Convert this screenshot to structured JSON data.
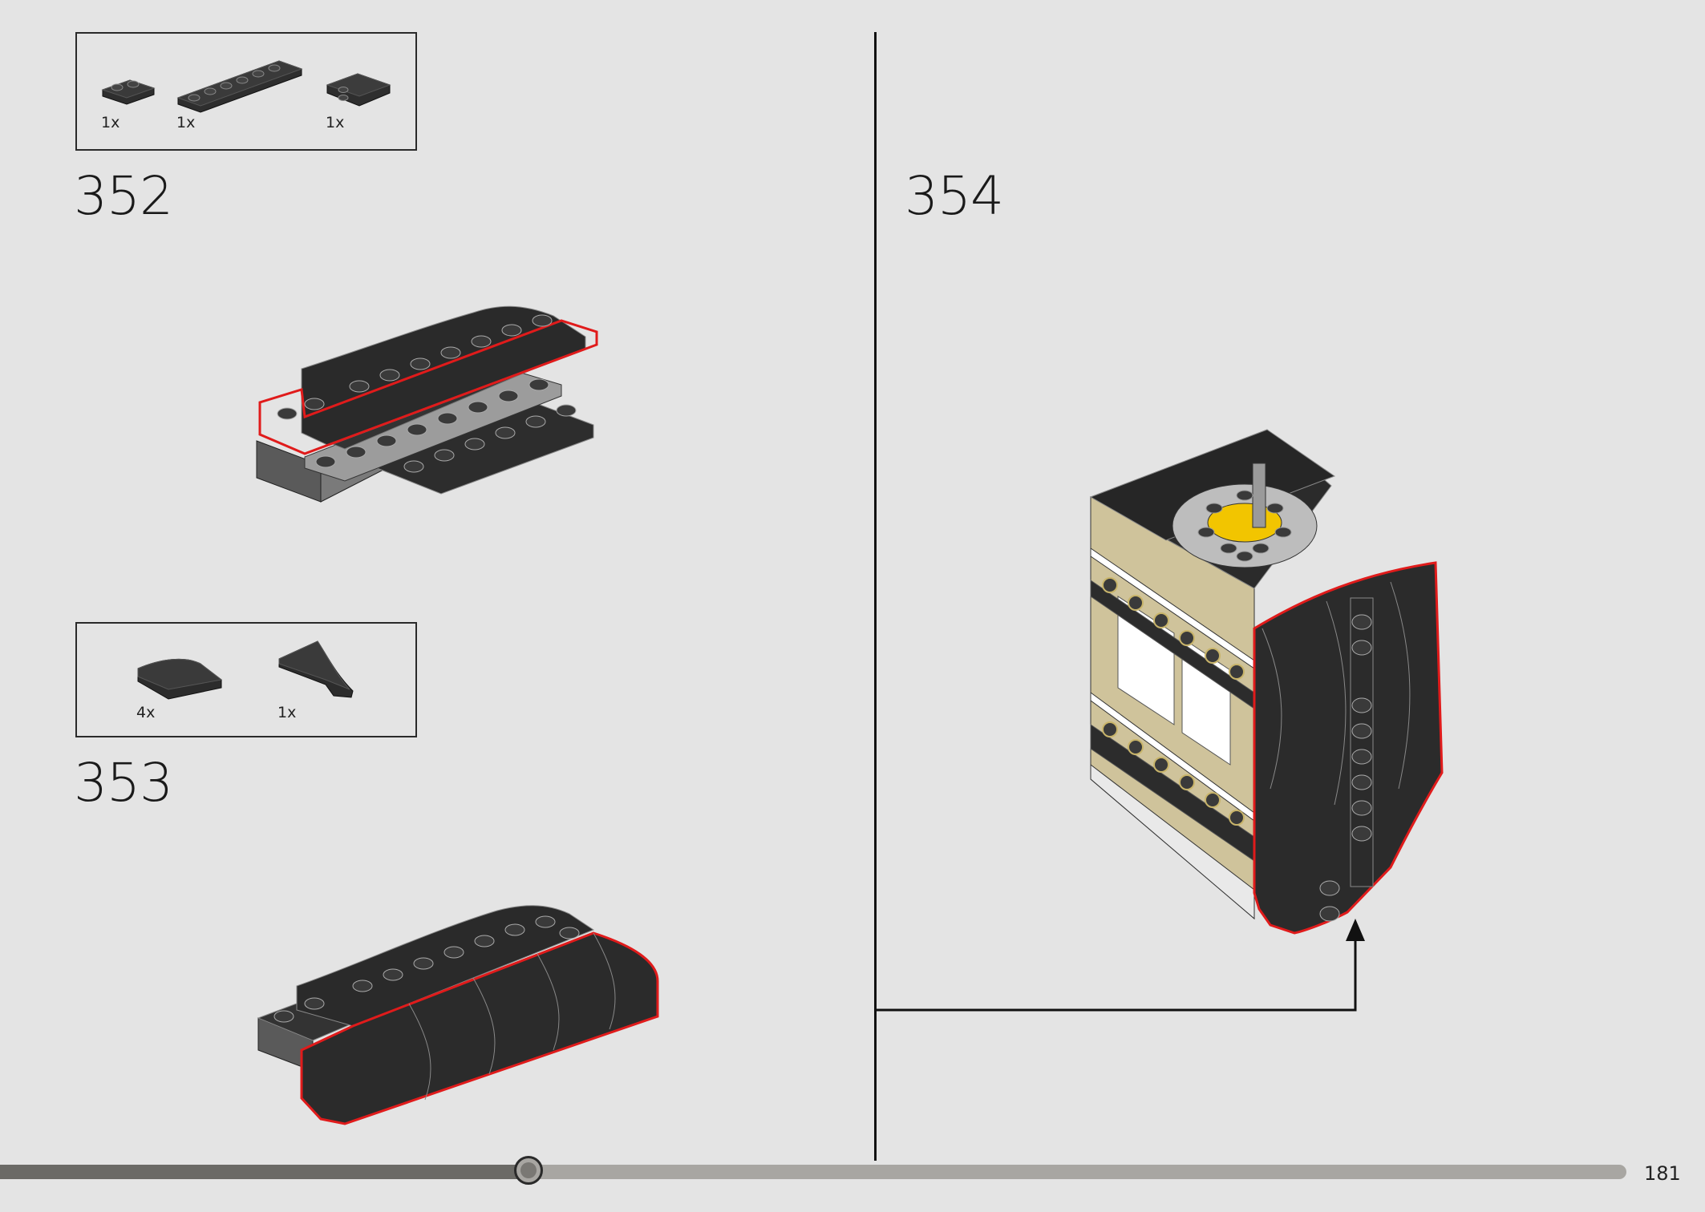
{
  "steps": [
    {
      "number": "352",
      "parts": [
        {
          "qty": "1x",
          "icon": "plate-1x2-black"
        },
        {
          "qty": "1x",
          "icon": "plate-1x6-black"
        },
        {
          "qty": "1x",
          "icon": "tile-2x2-black"
        }
      ]
    },
    {
      "number": "353",
      "parts": [
        {
          "qty": "4x",
          "icon": "curved-slope-black"
        },
        {
          "qty": "1x",
          "icon": "curved-wedge-black"
        }
      ]
    },
    {
      "number": "354",
      "parts": []
    }
  ],
  "page_number": "181",
  "progress": {
    "fraction": 0.325
  },
  "colors": {
    "background": "#e4e4e4",
    "brick_black": "#2b2b2b",
    "highlight_red": "#e01b1b",
    "tan": "#d6c79a",
    "yellow": "#f2c500"
  }
}
